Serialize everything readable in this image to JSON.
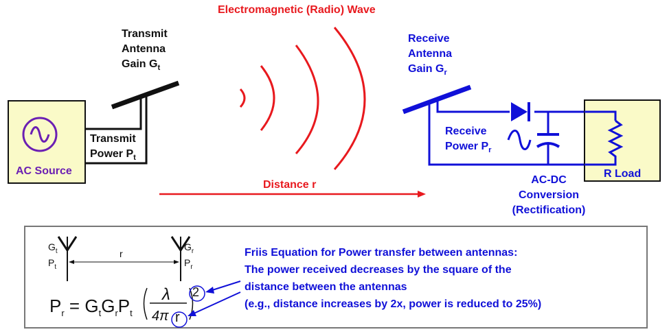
{
  "title": "Electromagnetic (Radio) Wave",
  "transmit": {
    "line1": "Transmit",
    "line2": "Antenna",
    "line3": "Gain G",
    "gain_sub": "t",
    "power_line1": "Transmit",
    "power_line2": "Power P",
    "power_sub": "t"
  },
  "receive": {
    "line1": "Receive",
    "line2": "Antenna",
    "line3": "Gain G",
    "gain_sub": "r",
    "power_line1": "Receive",
    "power_line2": "Power P",
    "power_sub": "r"
  },
  "source_label": "AC Source",
  "distance_label": "Distance r",
  "load_label": "R Load",
  "conversion": {
    "line1": "AC-DC",
    "line2": "Conversion",
    "line3": "(Rectification)"
  },
  "friis": {
    "left": {
      "g": "G",
      "g_sub": "t",
      "p": "P",
      "p_sub": "t"
    },
    "right": {
      "g": "G",
      "g_sub": "r",
      "p": "P",
      "p_sub": "r"
    },
    "r_label": "r",
    "eq": {
      "pr": "P",
      "pr_sub": "r",
      "eqsign": "=",
      "g": "G",
      "g1_sub": "t",
      "g2_sub": "r",
      "p": "P",
      "p_sub": "t",
      "lambda": "λ",
      "den": "4π",
      "den_r": "r",
      "exp": "2"
    },
    "desc_line1": "Friis Equation for Power transfer between antennas:",
    "desc_line2": "The power received decreases by the square of the",
    "desc_line3": "distance between the antennas",
    "desc_line4": "(e.g., distance increases by 2x, power is reduced to 25%)"
  },
  "colors": {
    "red": "#e8191e",
    "blue": "#1010d8",
    "purple": "#6b1fb3",
    "box_fill": "#fafac8"
  }
}
